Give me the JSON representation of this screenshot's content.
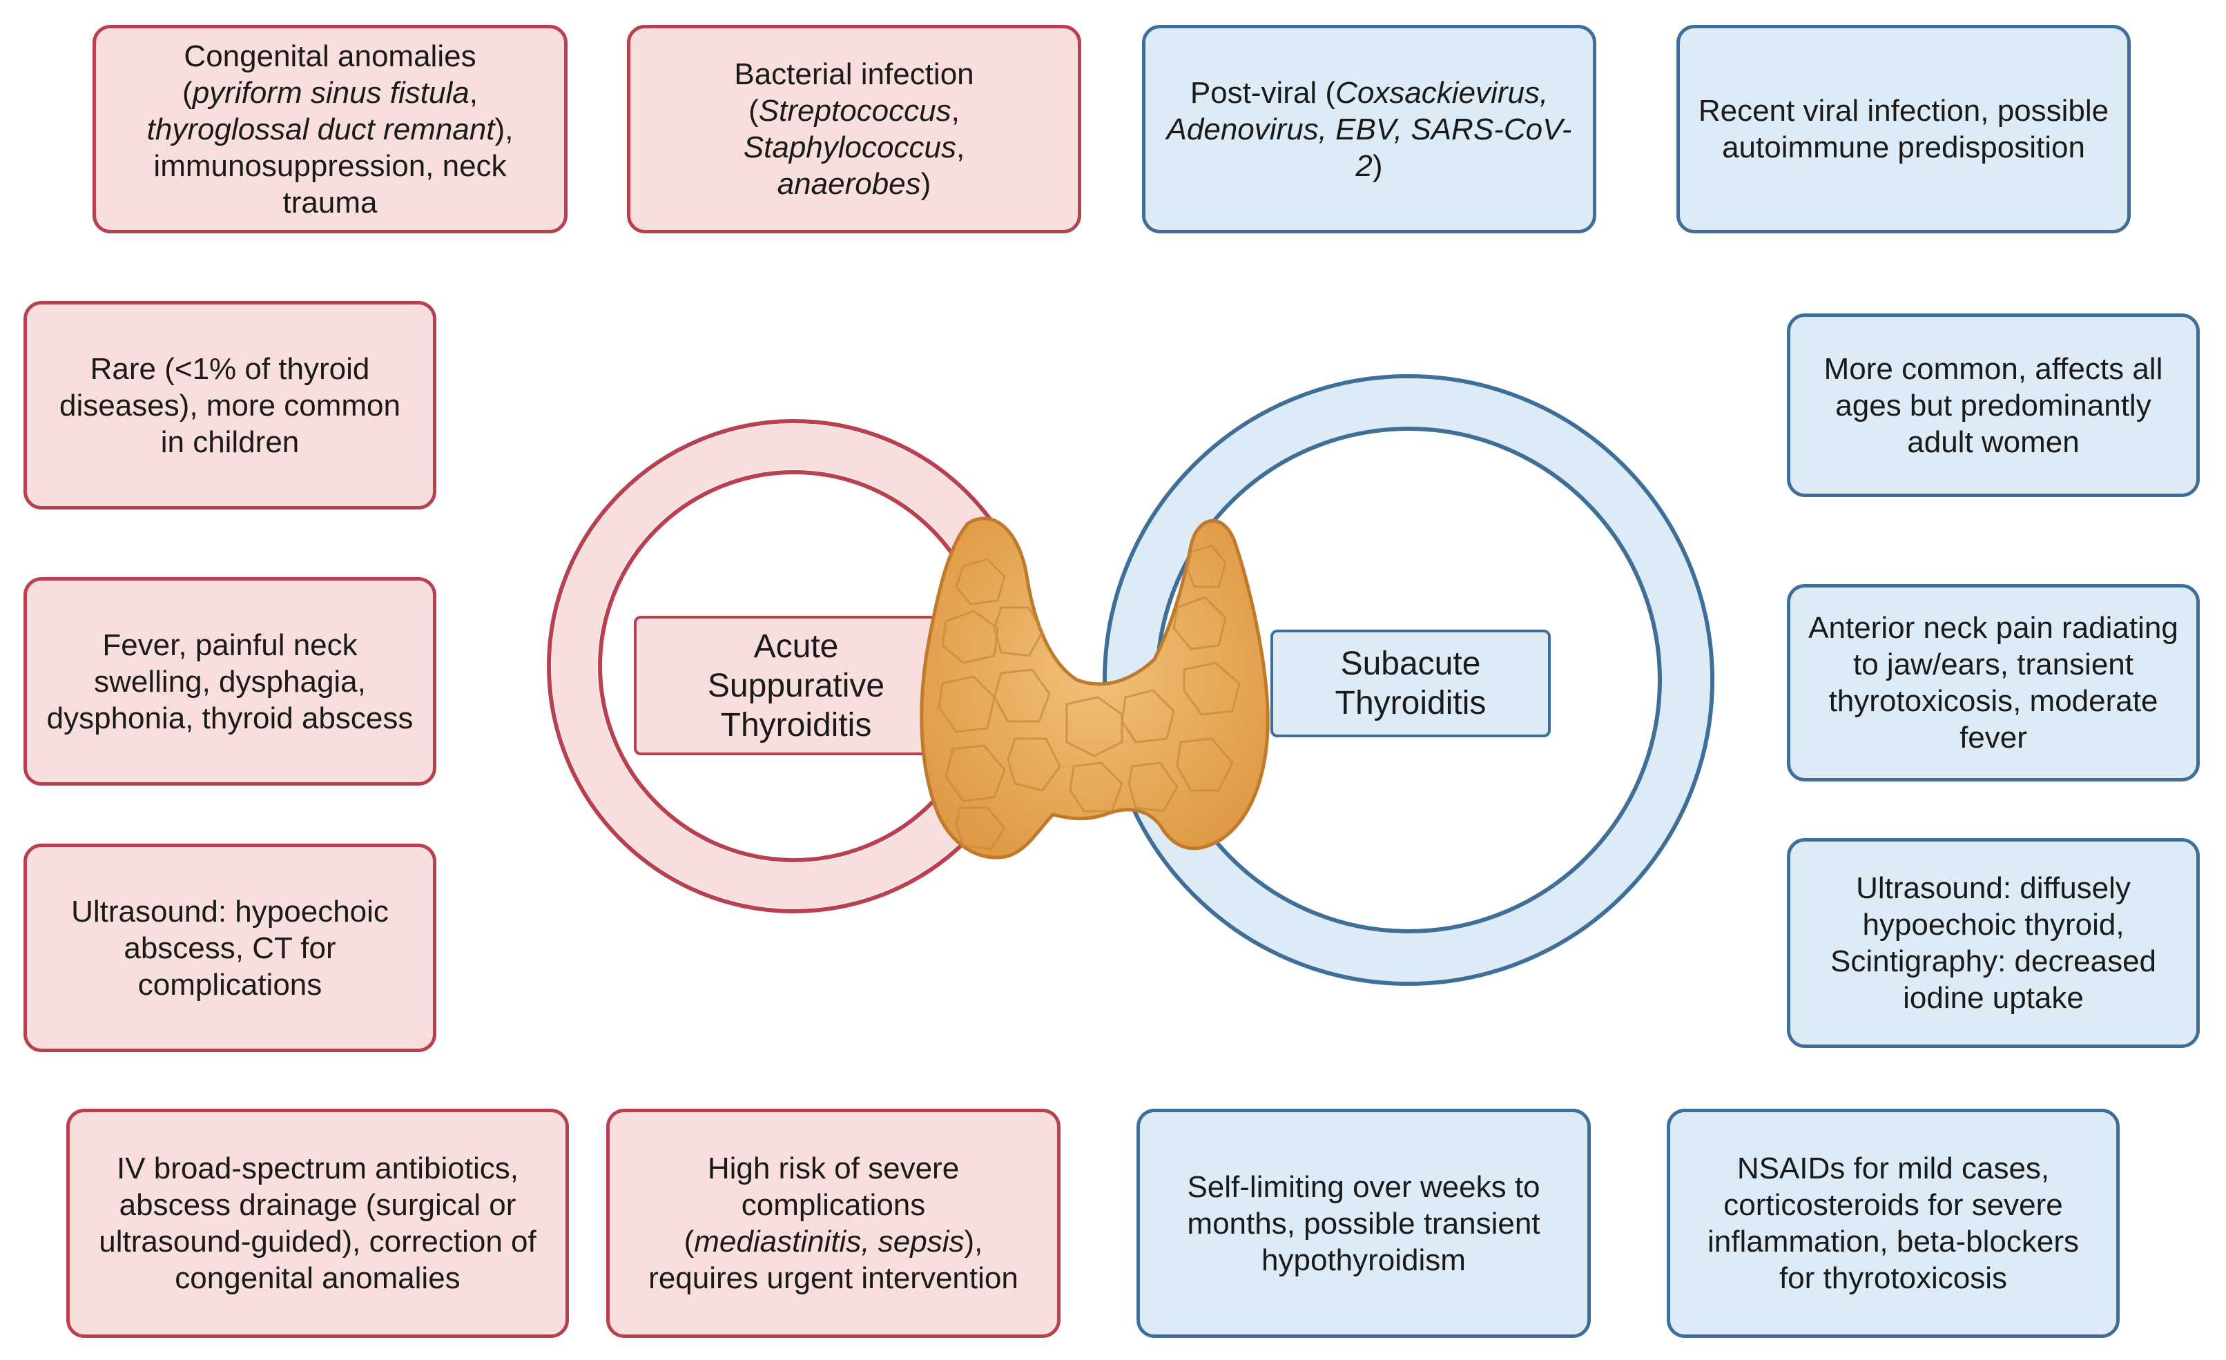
{
  "colors": {
    "acute_fill": "#f9dede",
    "acute_border": "#b8404f",
    "subacute_fill": "#ddebf7",
    "subacute_border": "#3f6f98",
    "thyroid_fill": "#e8a857",
    "thyroid_outline": "#c07a2c"
  },
  "icons": {
    "center": "thyroid-gland-icon"
  },
  "center_labels": {
    "acute": [
      "Acute",
      "Suppurative",
      "Thyroiditis"
    ],
    "subacute": [
      "Subacute",
      "Thyroiditis"
    ]
  },
  "acute_cards": {
    "cause_predisposing": [
      "Congenital anomalies",
      "(",
      "pyriform sinus fistula",
      ",",
      "thyroglossal duct remnant",
      "), immunosuppression, neck trauma"
    ],
    "pathogen": [
      "Bacterial infection",
      "(",
      "Streptococcus",
      ",",
      "Staphylococcus",
      ",",
      "anaerobes",
      ")"
    ],
    "epidemiology": "Rare (<1% of thyroid diseases), more common in children",
    "symptoms": "Fever, painful neck swelling, dysphagia, dysphonia, thyroid abscess",
    "imaging": "Ultrasound: hypoechoic abscess, CT for complications",
    "treatment": "IV broad-spectrum antibiotics, abscess drainage (surgical or ultrasound-guided), correction of congenital anomalies",
    "prognosis": [
      "High risk of severe complications",
      "(",
      "mediastinitis, sepsis",
      "), requires urgent intervention"
    ]
  },
  "subacute_cards": {
    "etiology": [
      "Post-viral (",
      "Coxsackievirus, Adenovirus, EBV, SARS-CoV-2",
      ")"
    ],
    "predisposition": "Recent viral infection, possible autoimmune predisposition",
    "epidemiology": "More common, affects all ages but predominantly adult women",
    "symptoms": "Anterior neck pain radiating to jaw/ears, transient thyrotoxicosis, moderate fever",
    "imaging": "Ultrasound: diffusely hypoechoic thyroid, Scintigraphy: decreased iodine uptake",
    "prognosis": "Self-limiting over weeks to months, possible transient hypothyroidism",
    "treatment": "NSAIDs for mild cases, corticosteroids for severe inflammation, beta-blockers for thyrotoxicosis"
  }
}
